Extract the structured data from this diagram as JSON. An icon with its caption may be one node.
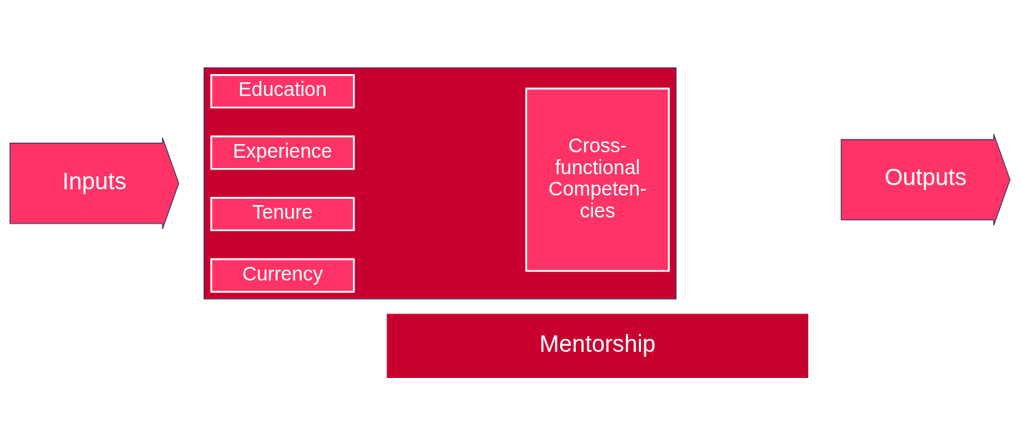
{
  "diagram": {
    "nodes": [
      {
        "text": [
          "Inputs"
        ]
      },
      {
        "text": [],
        "shape": "box"
      },
      {
        "text": [
          "Education"
        ],
        "in": 1
      },
      {
        "text": [
          "Experience"
        ],
        "in": 1
      },
      {
        "text": [
          "Tenure"
        ],
        "in": 1
      },
      {
        "text": [
          "Currency"
        ],
        "in": 1
      },
      {
        "text": [
          "Cross- functional Competen- cies"
        ],
        "in": 1
      },
      {
        "text": [
          "Mentorship"
        ]
      },
      {
        "text": [
          "Outputs"
        ]
      }
    ]
  }
}
